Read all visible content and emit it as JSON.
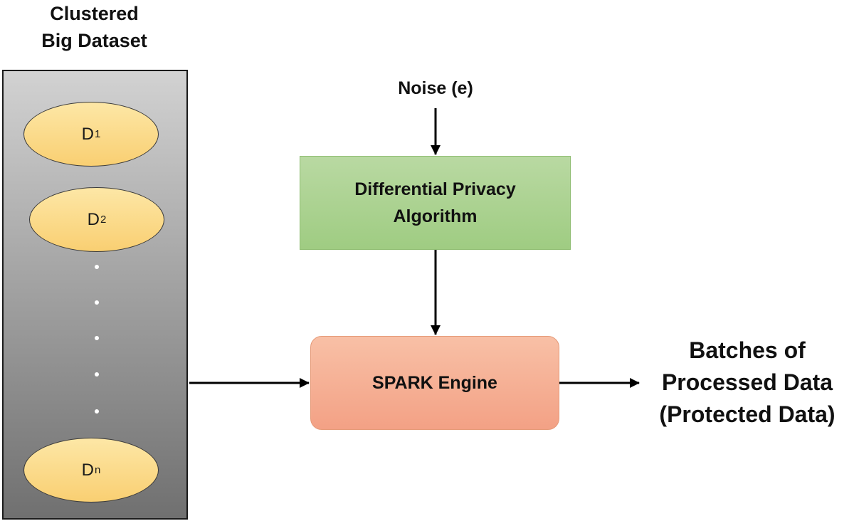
{
  "dataset": {
    "title_line1": "Clustered",
    "title_line2": "Big Dataset",
    "clusters": [
      {
        "base": "D",
        "sub": "1"
      },
      {
        "base": "D",
        "sub": "2"
      },
      {
        "base": "D",
        "sub": "n"
      }
    ]
  },
  "noise": {
    "label": "Noise (e)"
  },
  "dp_algorithm": {
    "line1": "Differential Privacy",
    "line2": "Algorithm"
  },
  "spark": {
    "label": "SPARK Engine"
  },
  "output": {
    "line1": "Batches of",
    "line2": "Processed Data",
    "line3": "(Protected Data)"
  }
}
